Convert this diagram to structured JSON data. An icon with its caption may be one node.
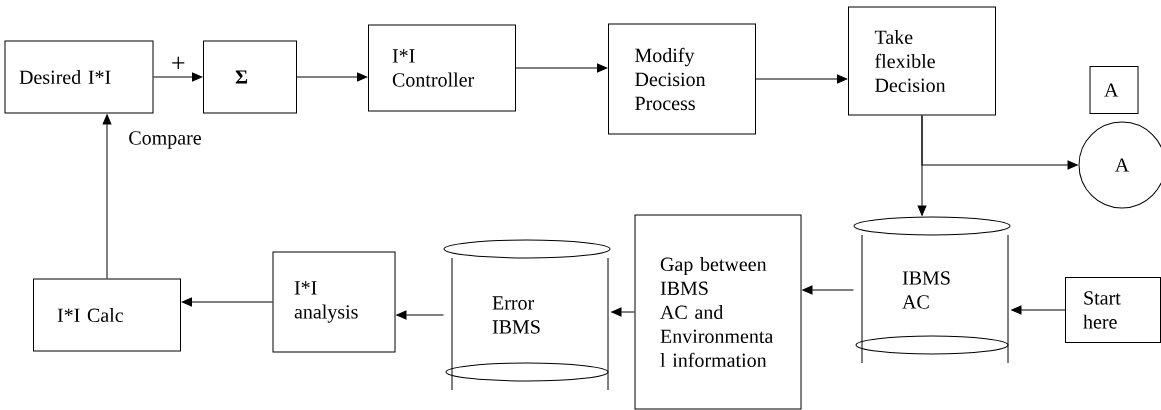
{
  "diagram": {
    "nodes": [
      {
        "text": [
          "Desired I*I"
        ]
      },
      {
        "text": [
          "Σ"
        ]
      },
      {
        "text": [
          "I*I Controller"
        ]
      },
      {
        "text": [
          "Modify Decision Process"
        ]
      },
      {
        "text": [
          "Take flexible Decision"
        ]
      },
      {
        "text": [
          "A"
        ]
      },
      {
        "text": [
          "A"
        ]
      },
      {
        "text": [
          "IBMS AC"
        ]
      },
      {
        "text": [
          "Start here"
        ]
      },
      {
        "text": [
          "Gap between IBMS AC and Environmenta l information"
        ]
      },
      {
        "text": [
          "Error IBMS"
        ]
      },
      {
        "text": [
          "I*I analysis"
        ]
      },
      {
        "text": [
          "I*I Calc"
        ]
      }
    ],
    "edges": [
      {
        "from": 0,
        "to": 1,
        "arrow": "to",
        "label": "+"
      },
      {
        "from": 1,
        "to": 2,
        "arrow": "to"
      },
      {
        "from": 2,
        "to": 3,
        "arrow": "to"
      },
      {
        "from": 3,
        "to": 4,
        "arrow": "to"
      },
      {
        "from": 4,
        "to": 7,
        "arrow": "to"
      },
      {
        "from": 4,
        "to": 6,
        "arrow": "to"
      },
      {
        "from": 8,
        "to": 7,
        "arrow": "to"
      },
      {
        "from": 7,
        "to": 9,
        "arrow": "to"
      },
      {
        "from": 9,
        "to": 10,
        "arrow": "to"
      },
      {
        "from": 10,
        "to": 11,
        "arrow": "to"
      },
      {
        "from": 11,
        "to": 12,
        "arrow": "to"
      },
      {
        "from": 12,
        "to": 0,
        "arrow": "to"
      }
    ],
    "labels": [
      "Compare"
    ]
  }
}
